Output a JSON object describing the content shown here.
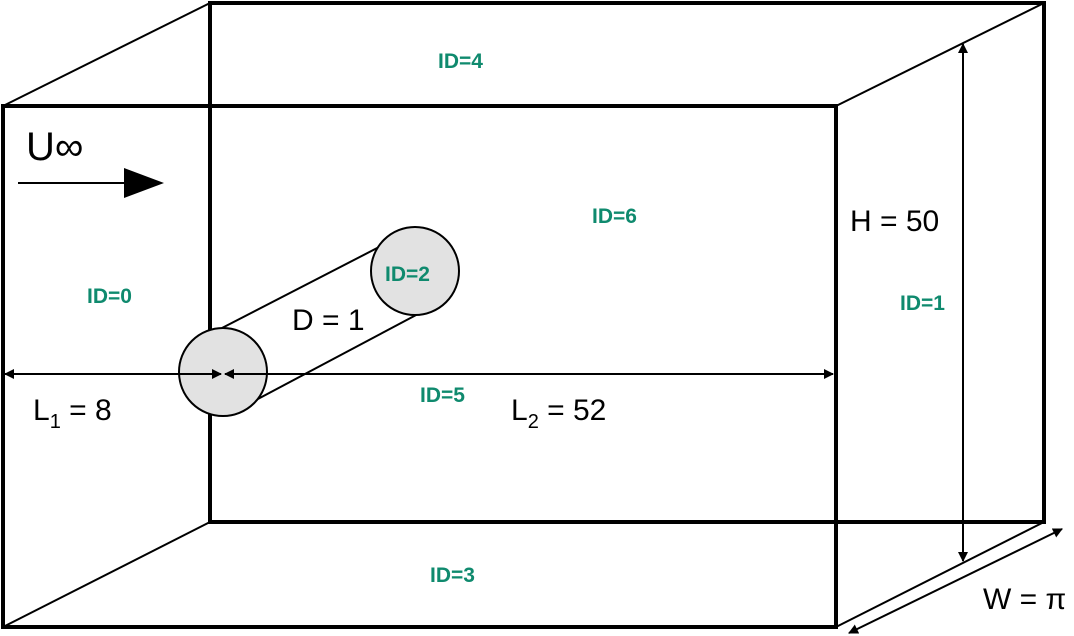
{
  "colors": {
    "id_label": "#0f8a6e",
    "cylinder_fill": "#e2e2e2",
    "lines": "#000000"
  },
  "flow": {
    "label": "U∞"
  },
  "dimensions": {
    "height": "H = 50",
    "width": "W = π",
    "diameter": "D = 1",
    "l1": {
      "letter": "L",
      "subscript": "1",
      "value": " = 8"
    },
    "l2": {
      "letter": "L",
      "subscript": "2",
      "value": " = 52"
    }
  },
  "boundary_ids": {
    "id0": "ID=0",
    "id1": "ID=1",
    "id2": "ID=2",
    "id3": "ID=3",
    "id4": "ID=4",
    "id5": "ID=5",
    "id6": "ID=6"
  }
}
